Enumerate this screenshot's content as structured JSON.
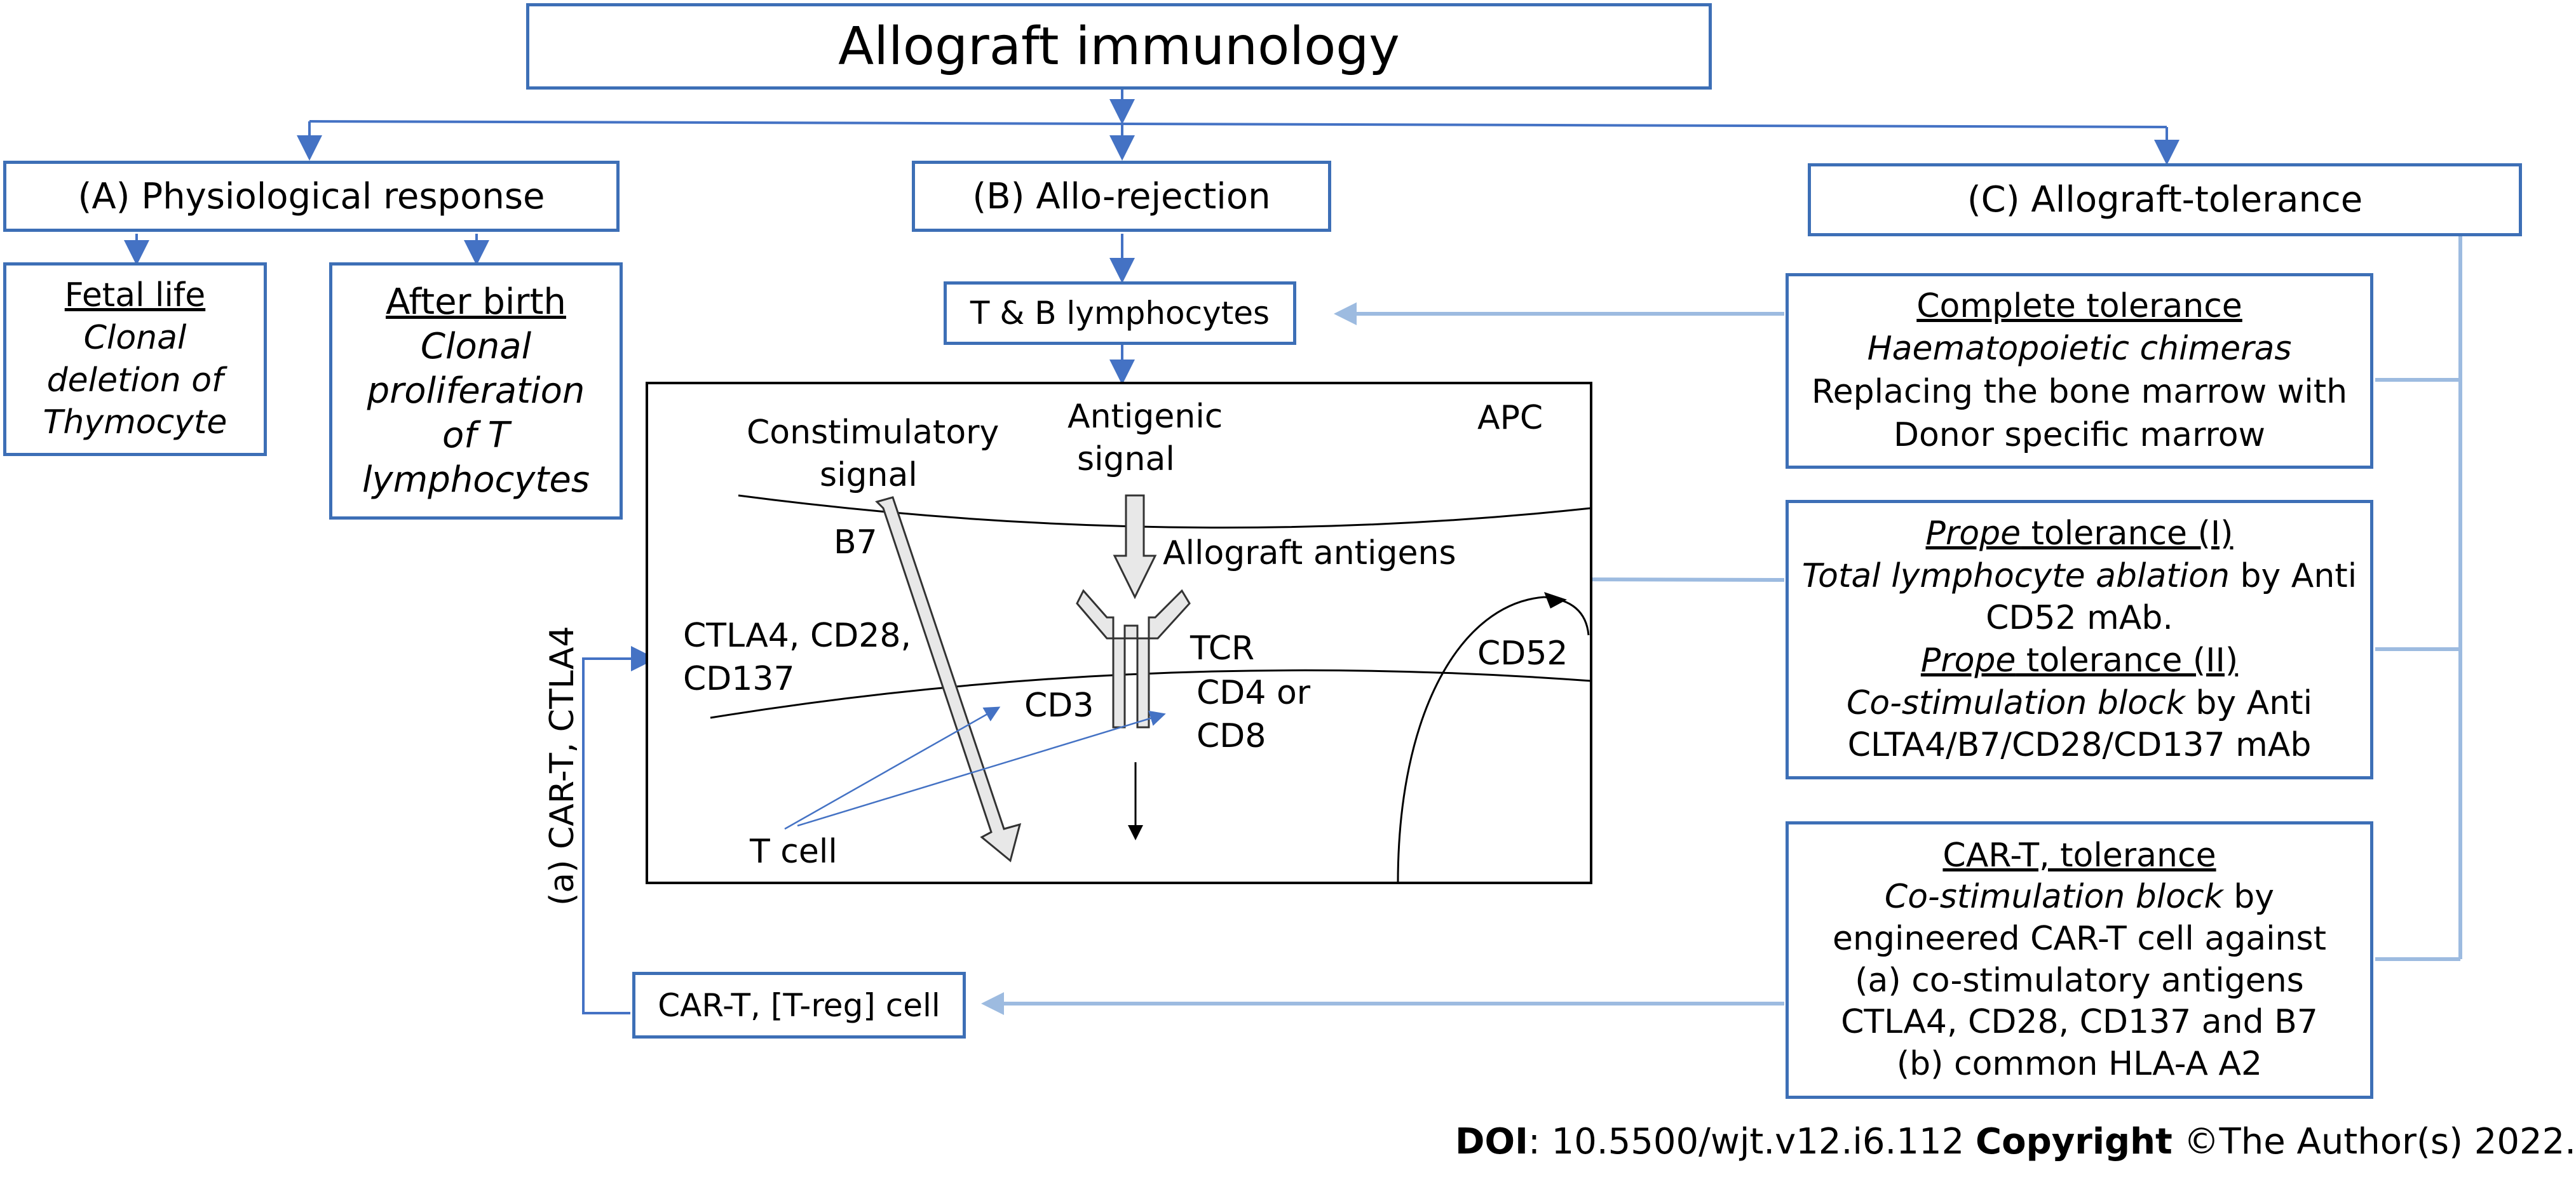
{
  "title": "Allograft immunology",
  "branches": {
    "a": "(A) Physiological response",
    "b": "(B) Allo-rejection",
    "c": "(C) Allograft-tolerance"
  },
  "fetal": {
    "heading": "Fetal life",
    "line1": "Clonal",
    "line2": "deletion of",
    "line3": "Thymocyte"
  },
  "after_birth": {
    "heading": "After birth",
    "line1": "Clonal",
    "line2": "proliferation",
    "line3": "of T",
    "line4": "lymphocytes"
  },
  "lymphocytes": "T & B lymphocytes",
  "apc_panel": {
    "constim_line1": "Constimulatory",
    "constim_line2": "signal",
    "antigenic_line1": "Antigenic",
    "antigenic_line2": "signal",
    "apc": "APC",
    "b7": "B7",
    "allograft_antigens": "Allograft antigens",
    "ctla_line1": "CTLA4, CD28,",
    "ctla_line2": "CD137",
    "tcr": "TCR",
    "cd52": "CD52",
    "cd3": "CD3",
    "cd4_line1": "CD4 or",
    "cd4_line2": "CD8",
    "tcell": "T cell"
  },
  "complete_tol": {
    "heading": "Complete tolerance",
    "line1": "Haematopoietic chimeras",
    "line2": "Replacing the bone marrow with",
    "line3": "Donor specific marrow"
  },
  "prope_tol": {
    "h1_italic": "Prope",
    "h1_rest": " tolerance (I)",
    "l1_italic": "Total lymphocyte ablation",
    "l1_rest": " by Anti",
    "l2": "CD52 mAb.",
    "h2_italic": "Prope",
    "h2_rest": " tolerance (II)",
    "l3_italic": "Co-stimulation block",
    "l3_rest": " by Anti",
    "l4": "CLTA4/B7/CD28/CD137 mAb"
  },
  "cart_tol": {
    "heading": "CAR-T, tolerance",
    "l1_italic": "Co-stimulation block",
    "l1_rest": " by",
    "l2": "engineered CAR-T cell against",
    "l3": "(a) co-stimulatory antigens",
    "l4": "CTLA4, CD28, CD137 and B7",
    "l5": "(b) common HLA-A A2"
  },
  "cart_treg": "CAR-T, [T-reg] cell",
  "side_label": "(a) CAR-T, CTLA4",
  "footer": {
    "doi_label": "DOI",
    "doi_value": ": 10.5500/wjt.v12.i6.112 ",
    "copyright_label": "Copyright",
    "copyright_value": " ©The Author(s) 2022."
  },
  "colors": {
    "border": "#3d6fb6",
    "connector": "#4472c4",
    "light_connector": "#9dbbe0"
  }
}
